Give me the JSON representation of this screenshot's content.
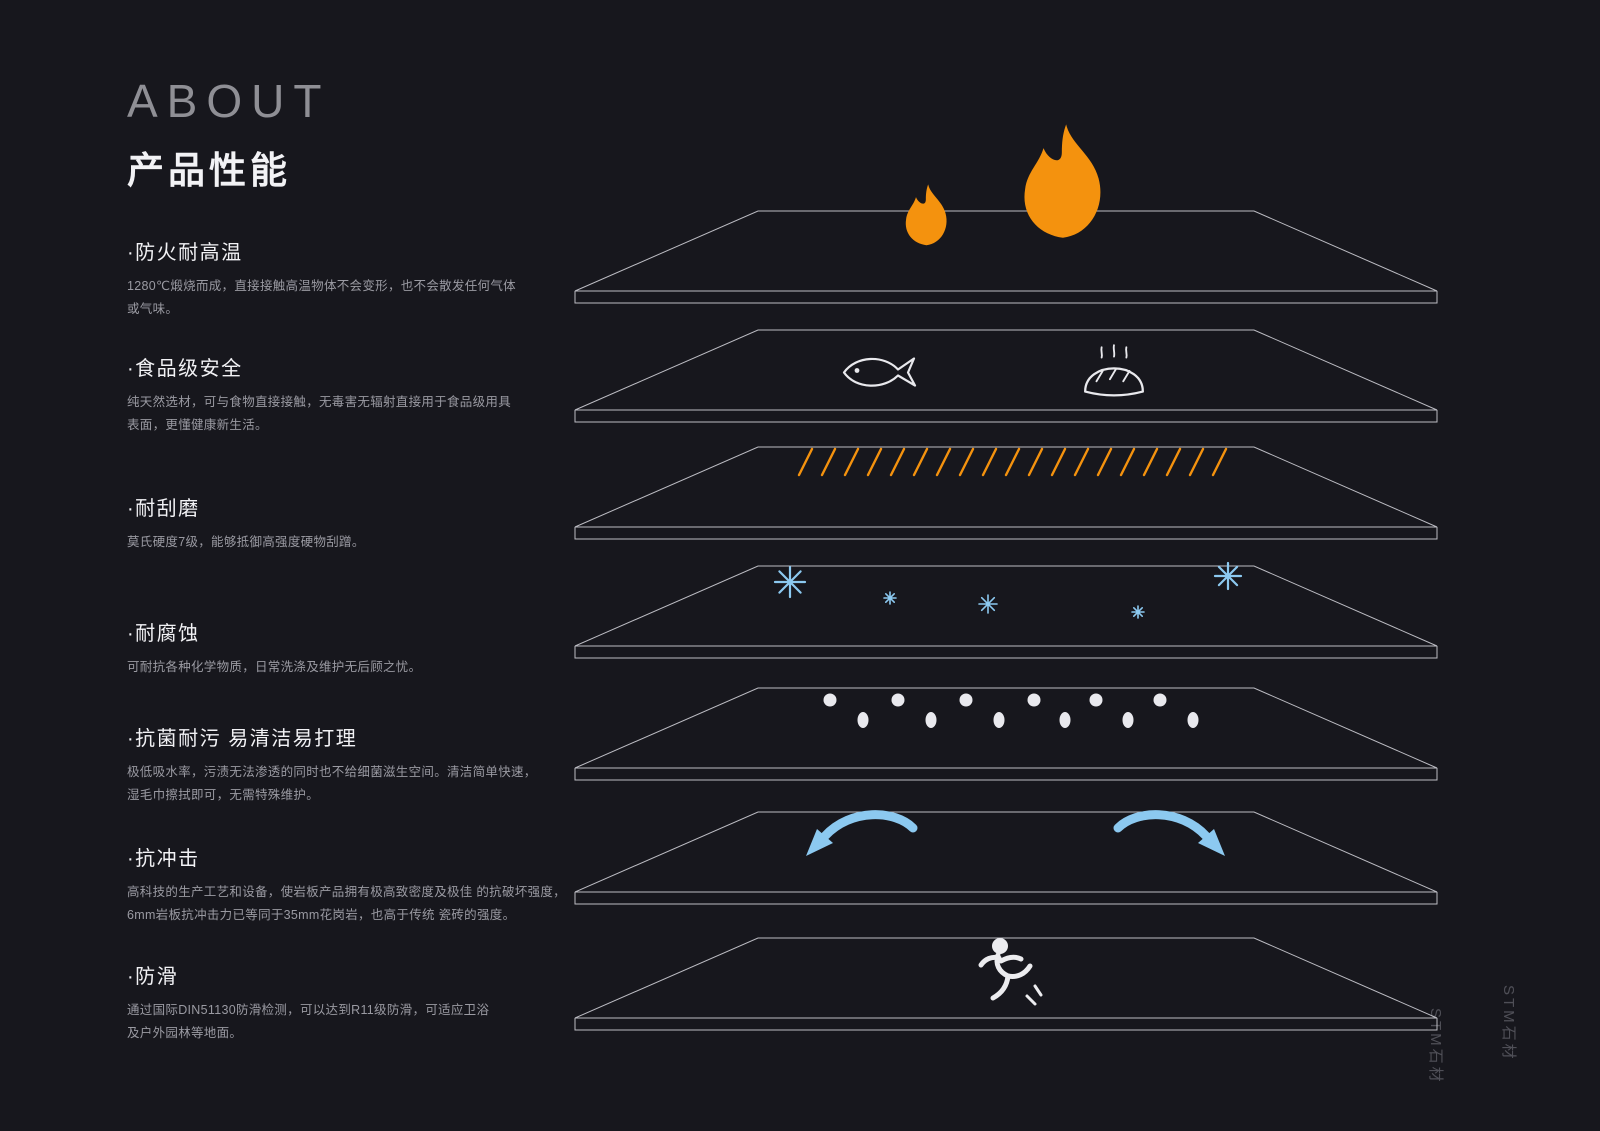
{
  "header": {
    "eyebrow": "ABOUT",
    "title": "产品性能"
  },
  "features": [
    {
      "id": "fireproof",
      "title": "·防火耐高温",
      "desc": "1280℃煅烧而成，直接接触高温物体不会变形，也不会散发任何气体\n或气味。",
      "icon": "flame-icon"
    },
    {
      "id": "food-safe",
      "title": "·食品级安全",
      "desc": "纯天然选材，可与食物直接接触，无毒害无辐射直接用于食品级用具\n表面，更懂健康新生活。",
      "icon": "fish-bread-icon"
    },
    {
      "id": "scratch-resistant",
      "title": "·耐刮磨",
      "desc": "莫氏硬度7级，能够抵御高强度硬物刮蹭。",
      "icon": "scratch-lines-icon"
    },
    {
      "id": "corrosion-resistant",
      "title": "·耐腐蚀",
      "desc": "可耐抗各种化学物质，日常洗涤及维护无后顾之忧。",
      "icon": "snowflake-icon"
    },
    {
      "id": "antibacterial",
      "title": "·抗菌耐污 易清洁易打理",
      "desc": "极低吸水率，污渍无法渗透的同时也不给细菌滋生空间。清洁简单快速，\n湿毛巾擦拭即可，无需特殊维护。",
      "icon": "droplets-icon"
    },
    {
      "id": "impact-resistant",
      "title": "·抗冲击",
      "desc": "高科技的生产工艺和设备，使岩板产品拥有极高致密度及极佳 的抗破坏强度，\n6mm岩板抗冲击力已等同于35mm花岗岩，也高于传统 瓷砖的强度。",
      "icon": "bounce-arrows-icon"
    },
    {
      "id": "anti-slip",
      "title": "·防滑",
      "desc": "通过国际DIN51130防滑检测，可以达到R11级防滑，可适应卫浴\n及户外园林等地面。",
      "icon": "slipping-person-icon"
    }
  ],
  "watermarks": [
    {
      "text": "STM石材"
    },
    {
      "text": "STM石材"
    }
  ],
  "colors": {
    "background": "#17171d",
    "accentOrange": "#F4920E",
    "accentBlue": "#8CC9F0",
    "slabLine": "#CBCBD1",
    "textPrimary": "#F2F2F5",
    "textSecondary": "#9A9AA2",
    "eyebrow": "#8F8F95"
  }
}
